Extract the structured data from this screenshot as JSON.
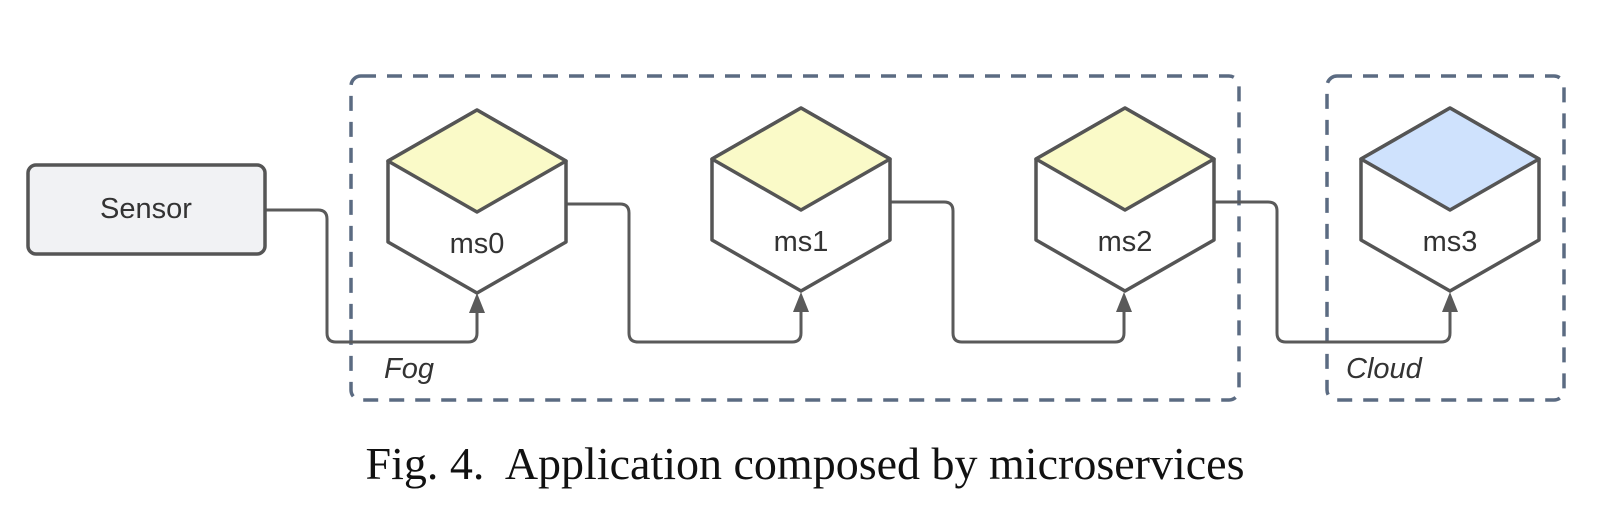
{
  "sensor": {
    "label": "Sensor"
  },
  "zones": {
    "fog": {
      "label": "Fog"
    },
    "cloud": {
      "label": "Cloud"
    }
  },
  "microservices": [
    {
      "label": "ms0",
      "top_color": "#fafac8",
      "zone": "Fog"
    },
    {
      "label": "ms1",
      "top_color": "#fafac8",
      "zone": "Fog"
    },
    {
      "label": "ms2",
      "top_color": "#fafac8",
      "zone": "Fog"
    },
    {
      "label": "ms3",
      "top_color": "#cfe2fd",
      "zone": "Cloud"
    }
  ],
  "colors": {
    "sensor_fill": "#f1f2f4",
    "zone_border": "#5b6b82",
    "connector": "#5a5a5a",
    "fog_top": "#fafac8",
    "cloud_top": "#cfe2fd"
  },
  "edges": [
    {
      "from": "Sensor",
      "to": "ms0"
    },
    {
      "from": "ms0",
      "to": "ms1"
    },
    {
      "from": "ms1",
      "to": "ms2"
    },
    {
      "from": "ms2",
      "to": "ms3"
    }
  ],
  "caption": "Fig. 4.  Application composed by microservices"
}
